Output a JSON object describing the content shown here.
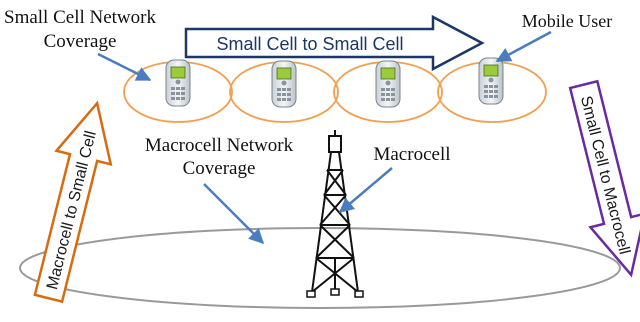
{
  "labels": {
    "small_cell_coverage_line1": "Small Cell Network",
    "small_cell_coverage_line2": "Coverage",
    "mobile_user": "Mobile User",
    "macrocell_coverage_line1": "Macrocell Network",
    "macrocell_coverage_line2": "Coverage",
    "macrocell": "Macrocell"
  },
  "arrows": {
    "small_to_small": "Small Cell to Small Cell",
    "macro_to_small": "Macrocell to Small Cell",
    "small_to_macro": "Small Cell to Macrocell"
  },
  "colors": {
    "small_cell_ring": "#f0a050",
    "macrocell_ring": "#9a9a9a",
    "pointer_arrow": "#4a7cc0",
    "arrow_small_to_small": "#1c3766",
    "arrow_macro_to_small": "#d86a10",
    "arrow_small_to_macro": "#6a2aa0",
    "phone_body": "#dfe5ea",
    "phone_screen": "#9acb3a"
  }
}
